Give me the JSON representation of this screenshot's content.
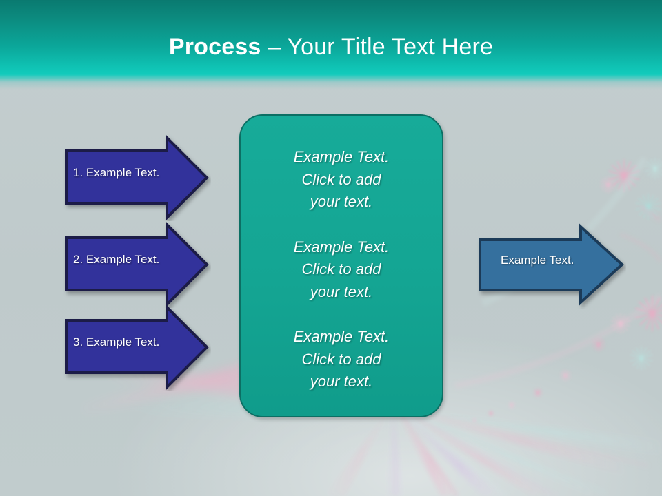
{
  "slide": {
    "title_bold": "Process",
    "title_rest": " – Your Title Text Here",
    "background_color": "#c0cbcc",
    "header_color_top": "#0a7a70",
    "header_color_bottom": "#13cbbc"
  },
  "left_arrows": [
    {
      "label": "1. Example Text.",
      "fill": "#33329b",
      "stroke": "#1b1f46"
    },
    {
      "label": "2. Example Text.",
      "fill": "#33329b",
      "stroke": "#1b1f46"
    },
    {
      "label": "3. Example Text.",
      "fill": "#33329b",
      "stroke": "#1b1f46"
    }
  ],
  "center_box": {
    "fill": "#14a593",
    "stroke": "#0c6f64",
    "blocks": [
      "Example Text.\nClick  to add\nyour text.",
      "Example Text.\nClick  to add\nyour text.",
      "Example Text.\nClick  to add\nyour text."
    ]
  },
  "right_arrow": {
    "label": "Example Text.",
    "fill": "#35709e",
    "stroke": "#1b3a58"
  }
}
